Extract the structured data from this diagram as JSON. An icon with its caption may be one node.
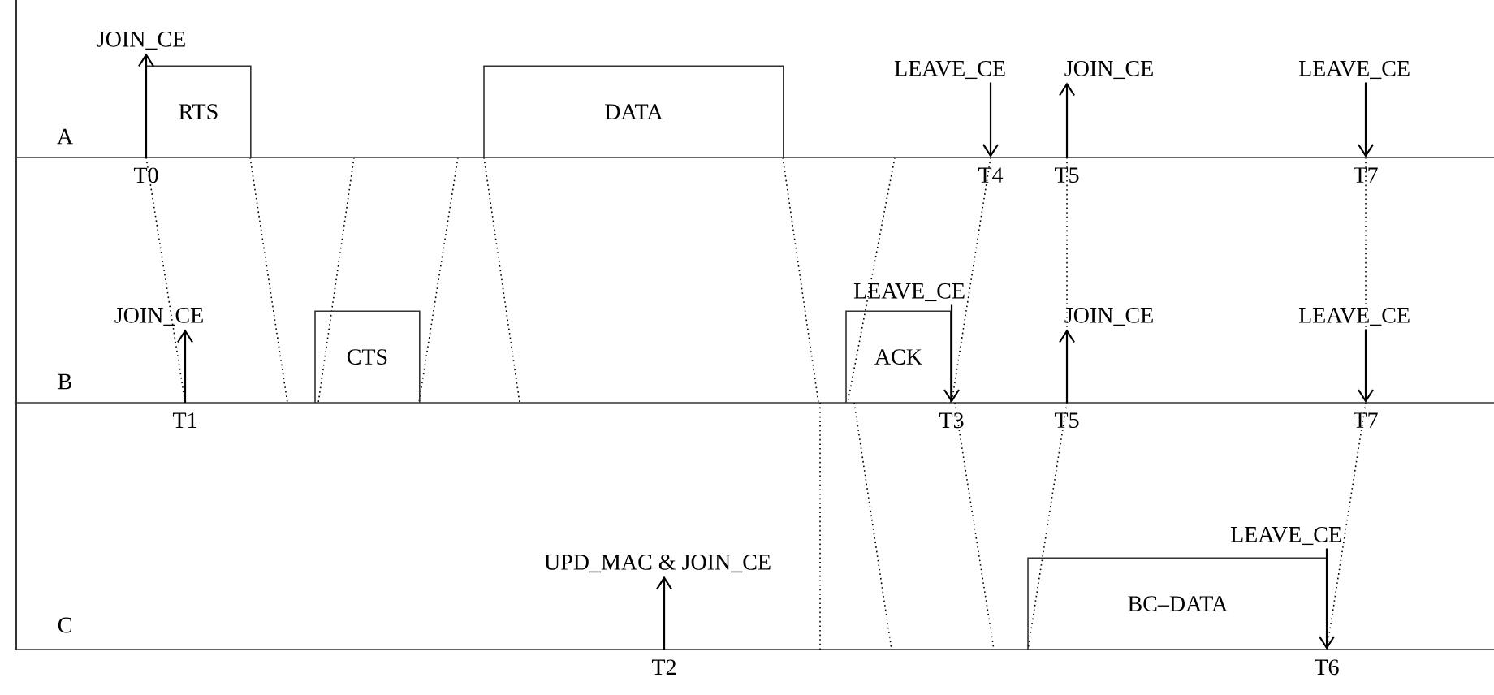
{
  "diagram": {
    "nodes": [
      {
        "text": [
          "RTS"
        ]
      },
      {
        "text": [
          "DATA"
        ]
      },
      {
        "text": [
          "CTS"
        ]
      },
      {
        "text": [
          "ACK"
        ]
      },
      {
        "text": [
          "BC–DATA"
        ]
      },
      {
        "text": [
          "JOIN_CE"
        ]
      },
      {
        "text": [
          "T0"
        ]
      },
      {
        "text": [
          "LEAVE_CE"
        ]
      },
      {
        "text": [
          "T4"
        ]
      },
      {
        "text": [
          "JOIN_CE"
        ]
      },
      {
        "text": [
          "T5"
        ]
      },
      {
        "text": [
          "LEAVE_CE"
        ]
      },
      {
        "text": [
          "T7"
        ]
      },
      {
        "text": [
          "JOIN_CE"
        ]
      },
      {
        "text": [
          "T1"
        ]
      },
      {
        "text": [
          "LEAVE_CE"
        ]
      },
      {
        "text": [
          "T3"
        ]
      },
      {
        "text": [
          "JOIN_CE"
        ]
      },
      {
        "text": [
          "T5"
        ]
      },
      {
        "text": [
          "LEAVE_CE"
        ]
      },
      {
        "text": [
          "T7"
        ]
      },
      {
        "text": [
          "UPD_MAC & JOIN_CE"
        ]
      },
      {
        "text": [
          "T2"
        ]
      },
      {
        "text": [
          "LEAVE_CE"
        ]
      },
      {
        "text": [
          "T6"
        ]
      }
    ],
    "edges": [
      {
        "from": 6,
        "to": 5,
        "arrow": "to"
      },
      {
        "from": 7,
        "to": 8,
        "arrow": "to"
      },
      {
        "from": 10,
        "to": 9,
        "arrow": "to"
      },
      {
        "from": 11,
        "to": 12,
        "arrow": "to"
      },
      {
        "from": 14,
        "to": 13,
        "arrow": "to"
      },
      {
        "from": 15,
        "to": 16,
        "arrow": "to"
      },
      {
        "from": 18,
        "to": 17,
        "arrow": "to"
      },
      {
        "from": 19,
        "to": 20,
        "arrow": "to"
      },
      {
        "from": 22,
        "to": 21,
        "arrow": "to"
      },
      {
        "from": 23,
        "to": 24,
        "arrow": "to"
      },
      {
        "from": 6,
        "to": 14,
        "arrow": "none",
        "style": "dashed"
      },
      {
        "from": 8,
        "to": 16,
        "arrow": "none",
        "style": "dashed"
      },
      {
        "from": 10,
        "to": 18,
        "arrow": "none",
        "style": "dashed"
      },
      {
        "from": 18,
        "to": 4,
        "arrow": "none",
        "style": "dashed"
      },
      {
        "from": 12,
        "to": 20,
        "arrow": "none",
        "style": "dashed"
      },
      {
        "from": 20,
        "to": 24,
        "arrow": "none",
        "style": "dashed"
      }
    ],
    "labels": [
      "A",
      "B",
      "C"
    ]
  }
}
